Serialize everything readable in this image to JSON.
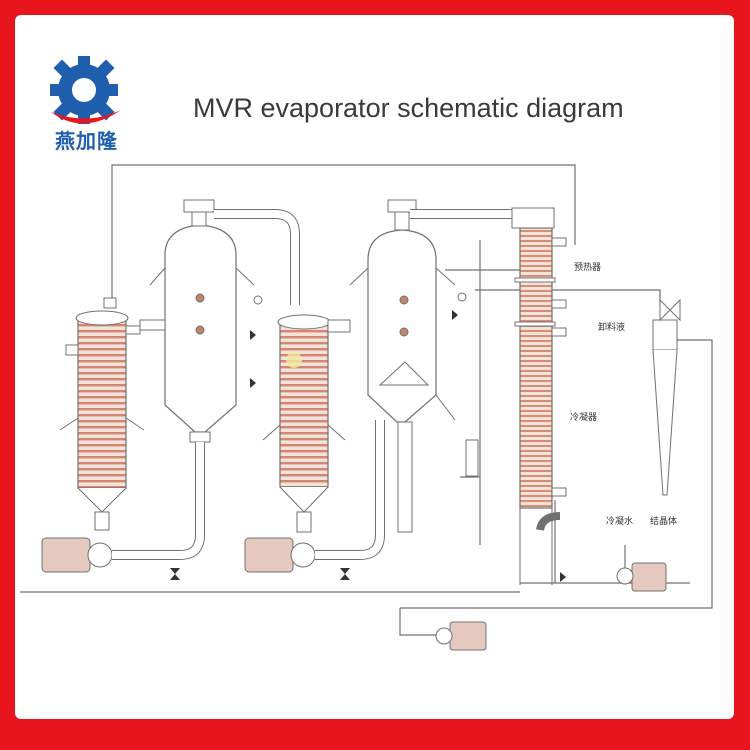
{
  "brand": {
    "name": "燕加隆",
    "color_blue": "#1f5fae",
    "color_red": "#e8161c"
  },
  "title": "MVR evaporator schematic diagram",
  "labels": {
    "preheater": "预热器",
    "discharge": "卸料液",
    "condenser": "冷凝器",
    "cooling_water": "冷凝水",
    "crystal": "结晶体"
  },
  "colors": {
    "frame": "#e8161c",
    "line": "#707070",
    "tubes": "#d4876e",
    "background": "#ffffff"
  }
}
